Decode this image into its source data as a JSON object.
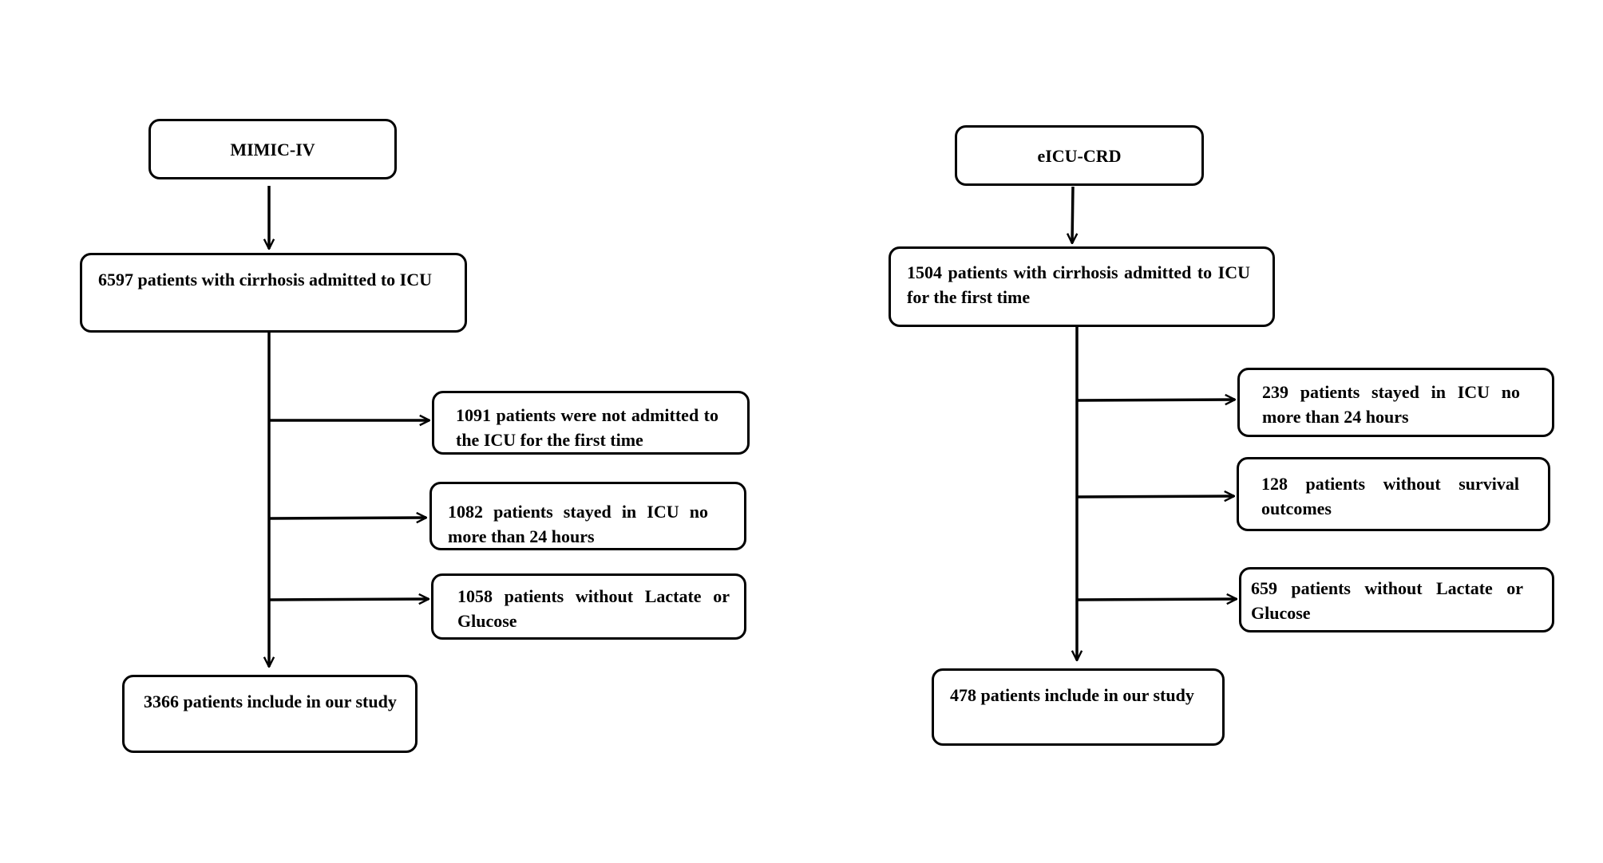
{
  "left_flow": {
    "source": "MIMIC-IV",
    "cohort": "6597 patients with cirrhosis admitted to ICU",
    "exclusions": [
      "1091 patients were not admitted to the ICU for the first time",
      "1082 patients stayed in ICU no more than 24 hours",
      "1058 patients without Lactate or Glucose"
    ],
    "final": "3366 patients include in our study"
  },
  "right_flow": {
    "source": "eICU-CRD",
    "cohort": "1504 patients with cirrhosis admitted to ICU for the first time",
    "exclusions": [
      "239 patients stayed in ICU no more than 24 hours",
      "128 patients without survival outcomes",
      "659 patients without Lactate or Glucose"
    ],
    "final": "478 patients include in our study"
  }
}
